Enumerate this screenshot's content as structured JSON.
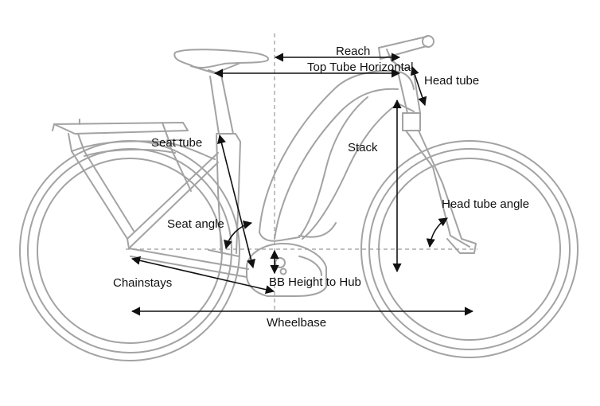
{
  "labels": {
    "reach": "Reach",
    "top_tube_horizontal": "Top Tube Horizontal",
    "head_tube": "Head tube",
    "seat_tube": "Seat tube",
    "stack": "Stack",
    "head_tube_angle": "Head tube angle",
    "seat_angle": "Seat angle",
    "chainstays": "Chainstays",
    "bb_height_to_hub": "BB Height to Hub",
    "wheelbase": "Wheelbase"
  },
  "colors": {
    "frame": "#a3a3a3",
    "dimension": "#111111",
    "background": "#ffffff"
  }
}
